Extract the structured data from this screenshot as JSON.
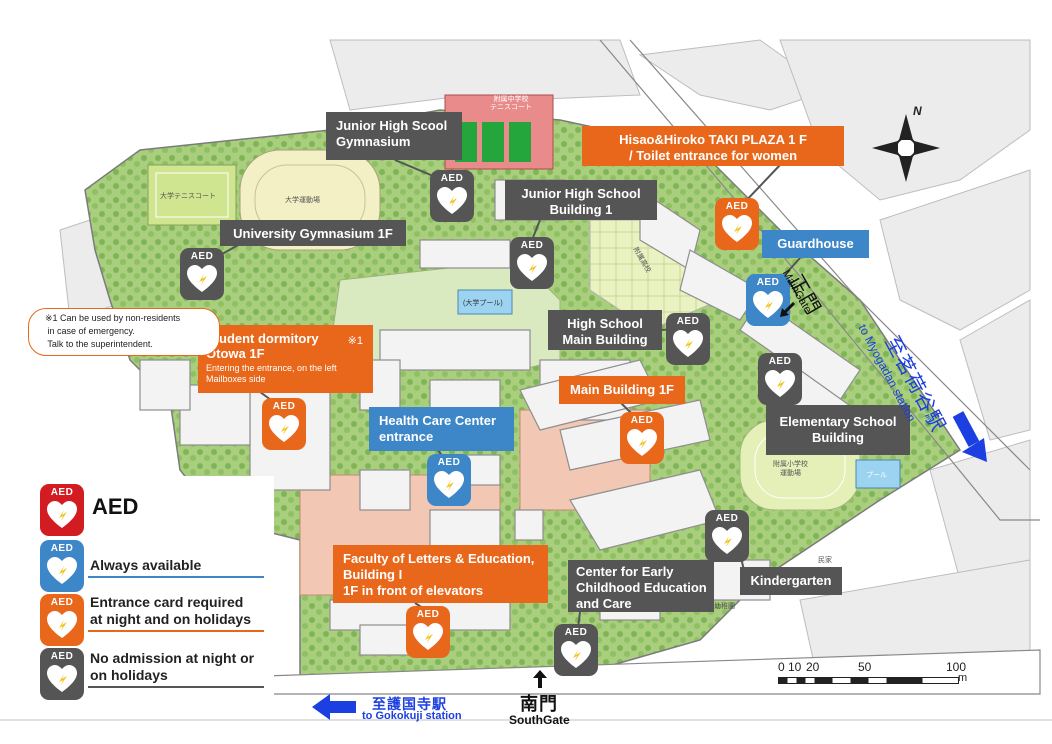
{
  "labels": {
    "junior_high_gym": "Junior High Scool\nGymnasium",
    "junior_high_building": "Junior High School\nBuilding 1",
    "taki_plaza": "Hisao&Hiroko TAKI PLAZA 1 F\n/ Toilet entrance for women",
    "guardhouse": "Guardhouse",
    "university_gym": "University Gymnasium 1F",
    "high_school": "High School\nMain Building",
    "student_dorm_title": "Student dormitory\nOtowa 1F",
    "student_dorm_note_mark": "※1",
    "student_dorm_detail": "Entering the entrance, on the left\nMailboxes side",
    "main_building": "Main Building 1F",
    "health_care": "Health Care Center\nentrance",
    "elementary": "Elementary School\nBuilding",
    "faculty_letters": "Faculty of Letters & Education,\nBuilding I\n1F in front of elevators",
    "early_childhood": "Center for Early\nChildhood Education\nand Care",
    "kindergarten": "Kindergarten"
  },
  "note": "※1 Can be used by non-residents\n in case of emergency.\n Talk to the superintendent.",
  "aed_text": "AED",
  "legend": {
    "title": "AED",
    "always": "Always available",
    "entrance_card": "Entrance card required\nat night and on holidays",
    "no_admission": "No admission at night or\non holidays"
  },
  "gates": {
    "main_jp": "正門",
    "main_en": "MainGate",
    "south_jp": "南門",
    "south_en": "SouthGate"
  },
  "directions": {
    "myogadani_jp": "至茗荷谷駅",
    "myogadani_en": "to Myogadan station",
    "gokokuji_jp": "至護国寺駅",
    "gokokuji_en": "to Gokokuji station"
  },
  "compass": "N",
  "scale": {
    "ticks": [
      "0",
      "10",
      "20",
      "50",
      "100"
    ],
    "unit": "m"
  },
  "map_texts": {
    "univ_tennis": "大学テニスコート",
    "univ_field": "大学運動場",
    "jhs_tennis": "附属中学校\nテニスコート",
    "pool": "(大学プール)",
    "elem_field": "附属小学校\n運動場",
    "pool2": "プール",
    "gym_jp": "附属高校",
    "kinder_jp": "幼稚園",
    "house": "民家"
  },
  "colors": {
    "always": "#3d86c7",
    "entrance_card": "#e9671b",
    "no_admission": "#555555",
    "aed_red": "#d21c22",
    "direction_blue": "#1b3fe0"
  }
}
